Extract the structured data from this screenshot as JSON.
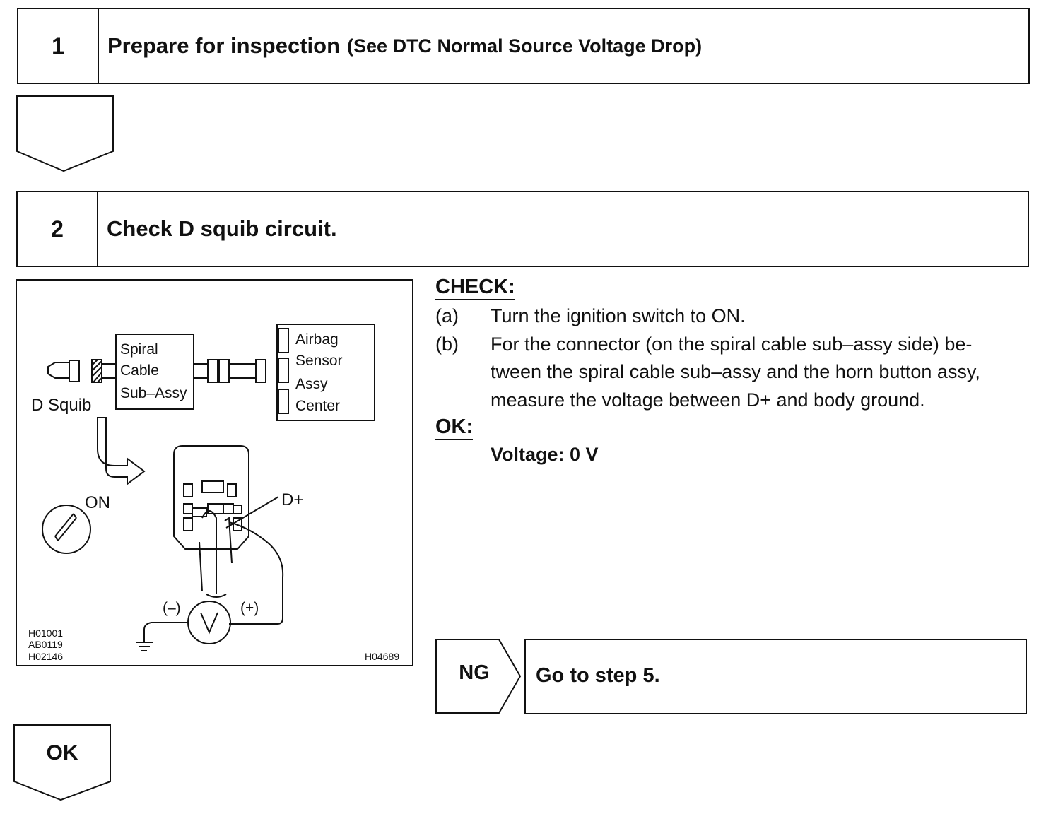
{
  "step1": {
    "number": "1",
    "title": "Prepare for inspection",
    "ref": "(See DTC Normal Source Voltage Drop)"
  },
  "step2": {
    "number": "2",
    "title": "Check D squib circuit."
  },
  "figure": {
    "spiral_cable": [
      "Spiral",
      "Cable",
      "Sub–Assy"
    ],
    "airbag_sensor": [
      "Airbag",
      "Sensor",
      "Assy",
      "Center"
    ],
    "d_squib": "D Squib",
    "on": "ON",
    "d_plus": "D+",
    "minus": "(–)",
    "plus": "(+)",
    "codes_left": [
      "H01001",
      "AB0119",
      "H02146"
    ],
    "code_right": "H04689"
  },
  "check": {
    "heading": "CHECK:",
    "items": [
      {
        "marker": "(a)",
        "lines": [
          "Turn the ignition switch to ON."
        ]
      },
      {
        "marker": "(b)",
        "lines": [
          "For the connector (on the spiral cable sub–assy side) be-",
          "tween the spiral cable sub–assy and the horn button assy,",
          "measure the voltage between D+ and body ground."
        ]
      }
    ]
  },
  "ok_spec": {
    "heading": "OK:",
    "value": "Voltage: 0 V"
  },
  "ng": {
    "label": "NG",
    "action": "Go to step 5."
  },
  "ok_arrow": {
    "label": "OK"
  }
}
